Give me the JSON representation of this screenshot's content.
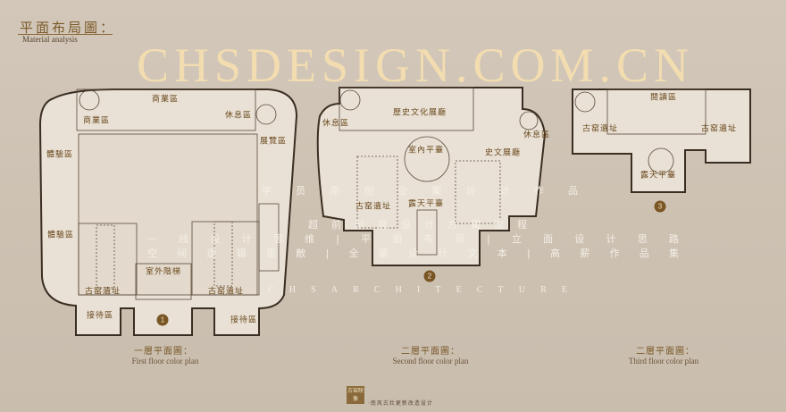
{
  "header": {
    "title": "平面布局圖：",
    "subtitle": "Material analysis"
  },
  "colors": {
    "accent": "#7a5624",
    "plan_fill": "#e9e1d6",
    "wall": "#3a2e22",
    "background": "#cfc3b4",
    "watermark": "#f3ddb0"
  },
  "plans": [
    {
      "number": "1",
      "caption_cn": "一層平面圖：",
      "caption_en": "First floor color plan",
      "rooms": [
        "商業區",
        "商業區",
        "休息區",
        "展覽區",
        "體驗區",
        "體驗區",
        "室外階梯",
        "古窑遺址",
        "古窑遺址",
        "接待區",
        "接待區"
      ]
    },
    {
      "number": "2",
      "caption_cn": "二層平面圖：",
      "caption_en": "Second floor color plan",
      "rooms": [
        "歷史文化展廳",
        "休息區",
        "休息區",
        "室內平臺",
        "史文展廳",
        "古窑遺址",
        "露天平臺"
      ]
    },
    {
      "number": "3",
      "caption_cn": "二層平面圖：",
      "caption_en": "Third floor color plan",
      "rooms": [
        "閱讀區",
        "古窑遺址",
        "古窑遺址",
        "露天平臺"
      ]
    }
  ],
  "watermark": {
    "site": "CHSDESIGN.COM.CN",
    "line1": [
      "学",
      "员",
      "原",
      "创",
      "全",
      "案",
      "设",
      "计",
      "作",
      "品"
    ],
    "line2": [
      "超",
      "前",
      "创",
      "意",
      "设",
      "计",
      "方",
      "案",
      "流",
      "程"
    ],
    "line3": [
      "一",
      "线",
      "设",
      "计",
      "思",
      "维",
      "|",
      "平",
      "面",
      "布",
      "局",
      "|",
      "立",
      "面",
      "设",
      "计",
      "思",
      "路"
    ],
    "line4": [
      "空",
      "间",
      "逻",
      "辑",
      "思",
      "敵",
      "|",
      "全",
      "案",
      "设",
      "计",
      "文",
      "本",
      "|",
      "高",
      "薪",
      "作",
      "品",
      "集"
    ],
    "line5": [
      "C",
      "H",
      "S",
      "A",
      "R",
      "C",
      "H",
      "I",
      "T",
      "E",
      "C",
      "T",
      "U",
      "R",
      "E"
    ]
  },
  "footer": {
    "logo": "古窑映像",
    "text": "·南风古灶更新改造设计"
  }
}
